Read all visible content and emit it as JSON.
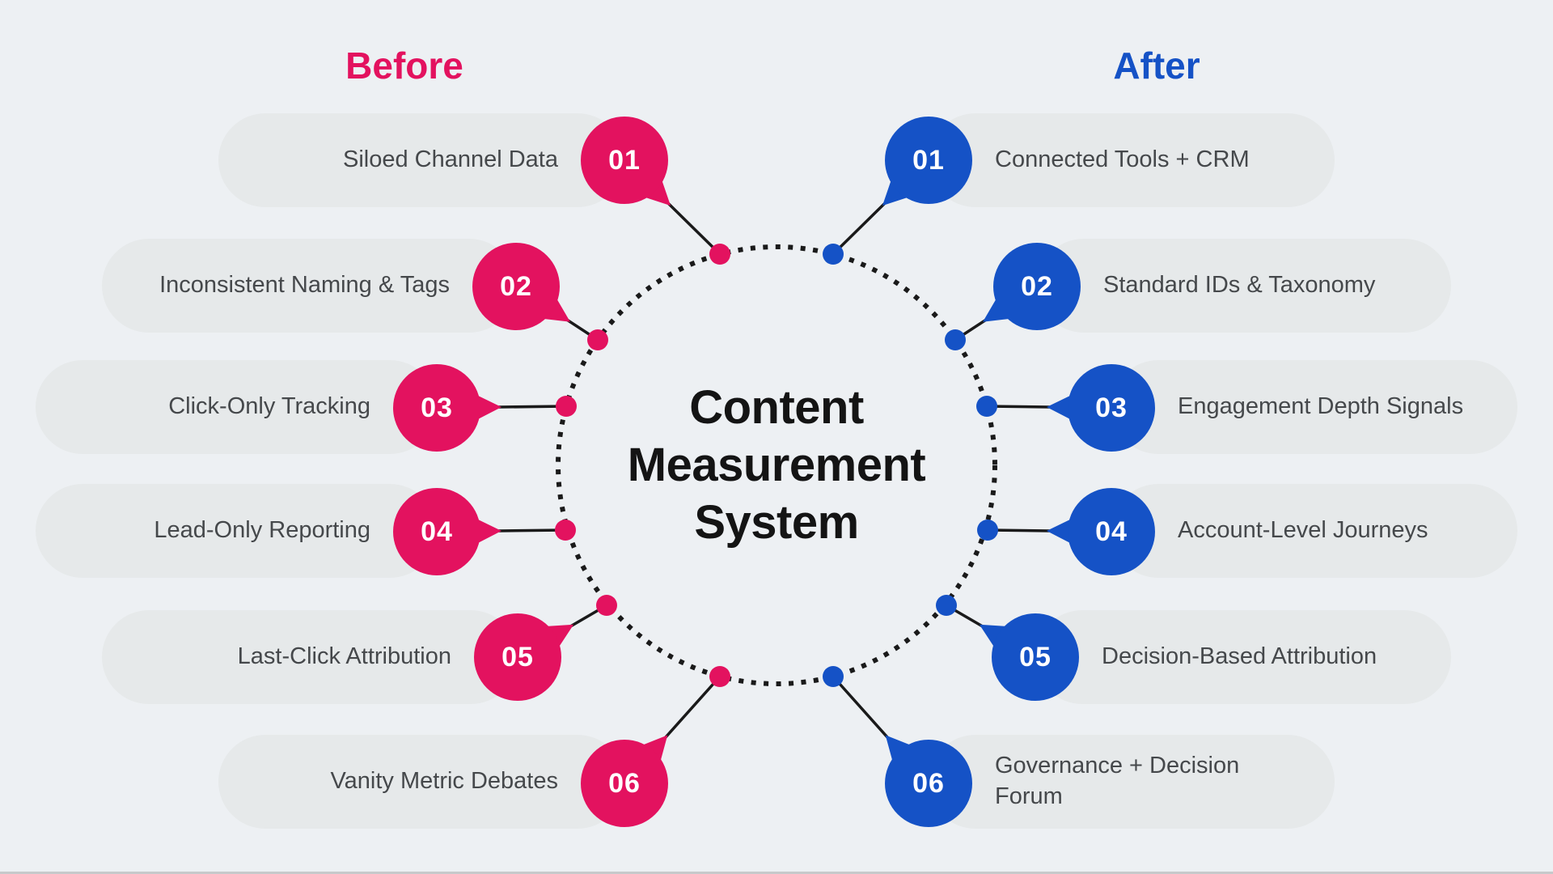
{
  "center": {
    "line1": "Content",
    "line2": "Measurement",
    "line3": "System"
  },
  "before": {
    "title": "Before",
    "accent": "#E3125F",
    "items": [
      {
        "number": "01",
        "label": "Siloed Channel Data"
      },
      {
        "number": "02",
        "label": "Inconsistent Naming & Tags"
      },
      {
        "number": "03",
        "label": "Click-Only Tracking"
      },
      {
        "number": "04",
        "label": "Lead-Only Reporting"
      },
      {
        "number": "05",
        "label": "Last-Click Attribution"
      },
      {
        "number": "06",
        "label": "Vanity Metric Debates"
      }
    ]
  },
  "after": {
    "title": "After",
    "accent": "#1552C6",
    "items": [
      {
        "number": "01",
        "label": "Connected Tools + CRM"
      },
      {
        "number": "02",
        "label": "Standard IDs & Taxonomy"
      },
      {
        "number": "03",
        "label": "Engagement Depth Signals"
      },
      {
        "number": "04",
        "label": "Account-Level Journeys"
      },
      {
        "number": "05",
        "label": "Decision-Based Attribution"
      },
      {
        "number": "06",
        "label": "Governance + Decision Forum"
      }
    ]
  }
}
